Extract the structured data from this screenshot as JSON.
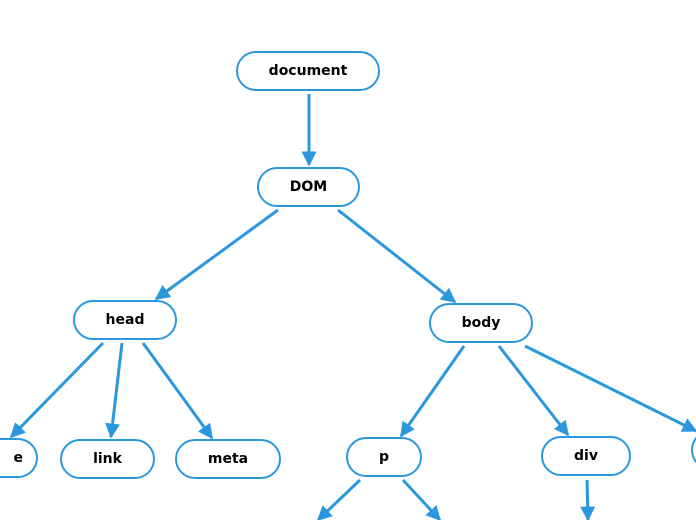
{
  "colors": {
    "edge": "#2B98DE",
    "node_border": "#2B98DE",
    "node_fill": "#FFFFFF",
    "text": "#000000"
  },
  "nodes": {
    "document": "document",
    "dom": "DOM",
    "head": "head",
    "body": "body",
    "title": "e",
    "link": "link",
    "meta": "meta",
    "p": "p",
    "div": "div",
    "extra": ""
  }
}
